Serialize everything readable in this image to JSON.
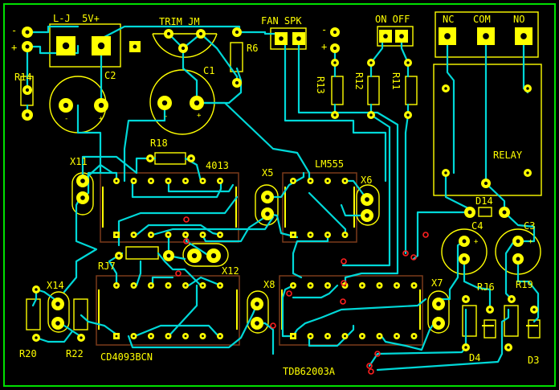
{
  "board": {
    "colors": {
      "background": "#000000",
      "outline": "#00e000",
      "silkscreen": "#ffff00",
      "trace": "#00d8d8",
      "pad": "#ffff00",
      "pad_hole": "#000000",
      "via": "#ff2020",
      "ic_body": "#7a3a1a"
    }
  },
  "labels": {
    "minus1": "-",
    "plus1": "+",
    "power": "L-J  5V+",
    "trim": "TRIM JM",
    "fanspk": "FAN SPK",
    "minus2": "-",
    "plus2": "+",
    "onoff": "ON OFF",
    "nc": "NC",
    "com": "COM",
    "no": "NO",
    "r14": "R14",
    "c2": "C2",
    "c1": "C1",
    "r6": "R6",
    "r13": "R13",
    "r12": "R12",
    "r11": "R11",
    "relay": "RELAY",
    "r18": "R18",
    "ic4013": "4013",
    "x11": "X11",
    "lm555": "LM555",
    "x5": "X5",
    "x6": "X6",
    "d14": "D14",
    "c4": "C4",
    "c3": "C3",
    "r17": "RJ7",
    "x12": "X12",
    "x14": "X14",
    "x8": "X8",
    "x7": "X7",
    "r16": "RJ6",
    "r19": "R19",
    "r20": "R20",
    "r22": "R22",
    "cd4093": "CD4093BCN",
    "d4": "D4",
    "d3": "D3",
    "tdb": "TDB62003A",
    "c_minus2": "-",
    "c_plus2": "+",
    "c_minus1": "-",
    "c_plus1": "+",
    "c4_plus": "+",
    "c3_plus": "+"
  }
}
